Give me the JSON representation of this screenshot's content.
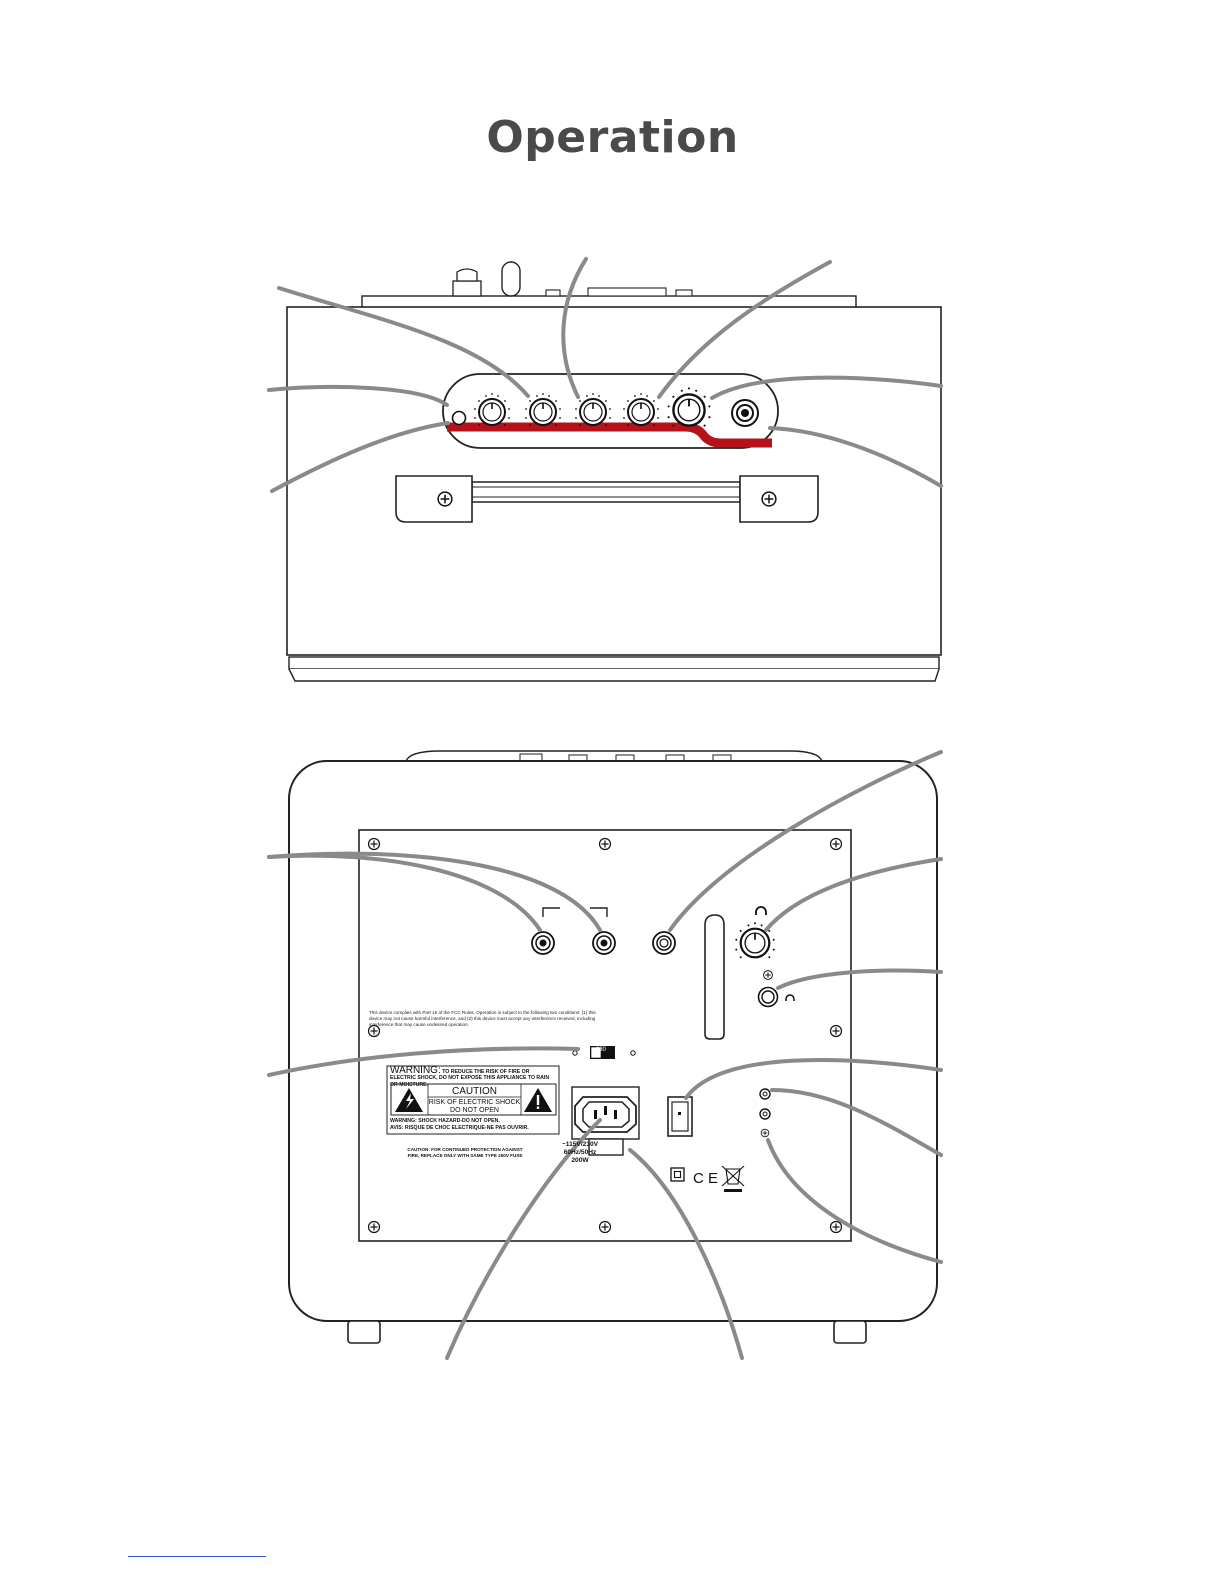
{
  "title": "Operation",
  "rear_panel": {
    "fcc_notice": "This device complies with Part 15 of the FCC Rules. Operation is subject to the following two conditions: (1) this device may not cause harmful interference, and (2) this device must accept any interference received, including interference that may cause undesired operation.",
    "voltage_switch_label": "230",
    "warning_heading": "WARNING:",
    "warning_text": "TO REDUCE THE RISK OF FIRE OR ELECTRIC SHOCK, DO NOT EXPOSE THIS APPLIANCE TO RAIN OR MOISTURE.",
    "caution_heading": "CAUTION",
    "caution_line1": "RISK OF ELECTRIC SHOCK",
    "caution_line2": "DO NOT OPEN",
    "shock_warning": "WARNING: SHOCK HAZARD-DO NOT OPEN.",
    "shock_warning_fr": "AVIS: RISQUE DE CHOC ELECTRIQUE-NE PAS OUVRIR.",
    "fuse_caution": "CAUTION: FOR CONTINUED PROTECTION AGAINST FIRE, REPLACE ONLY WITH SAME TYPE 250V FUSE",
    "rating_voltage": "~115V/230V",
    "rating_frequency": "60Hz/50Hz",
    "rating_power": "200W",
    "ce_mark": "C E"
  },
  "colors": {
    "accent_red": "#b5121b",
    "outline": "#222222",
    "callout_line": "#8a8a8a",
    "title": "#4a4a4a"
  }
}
